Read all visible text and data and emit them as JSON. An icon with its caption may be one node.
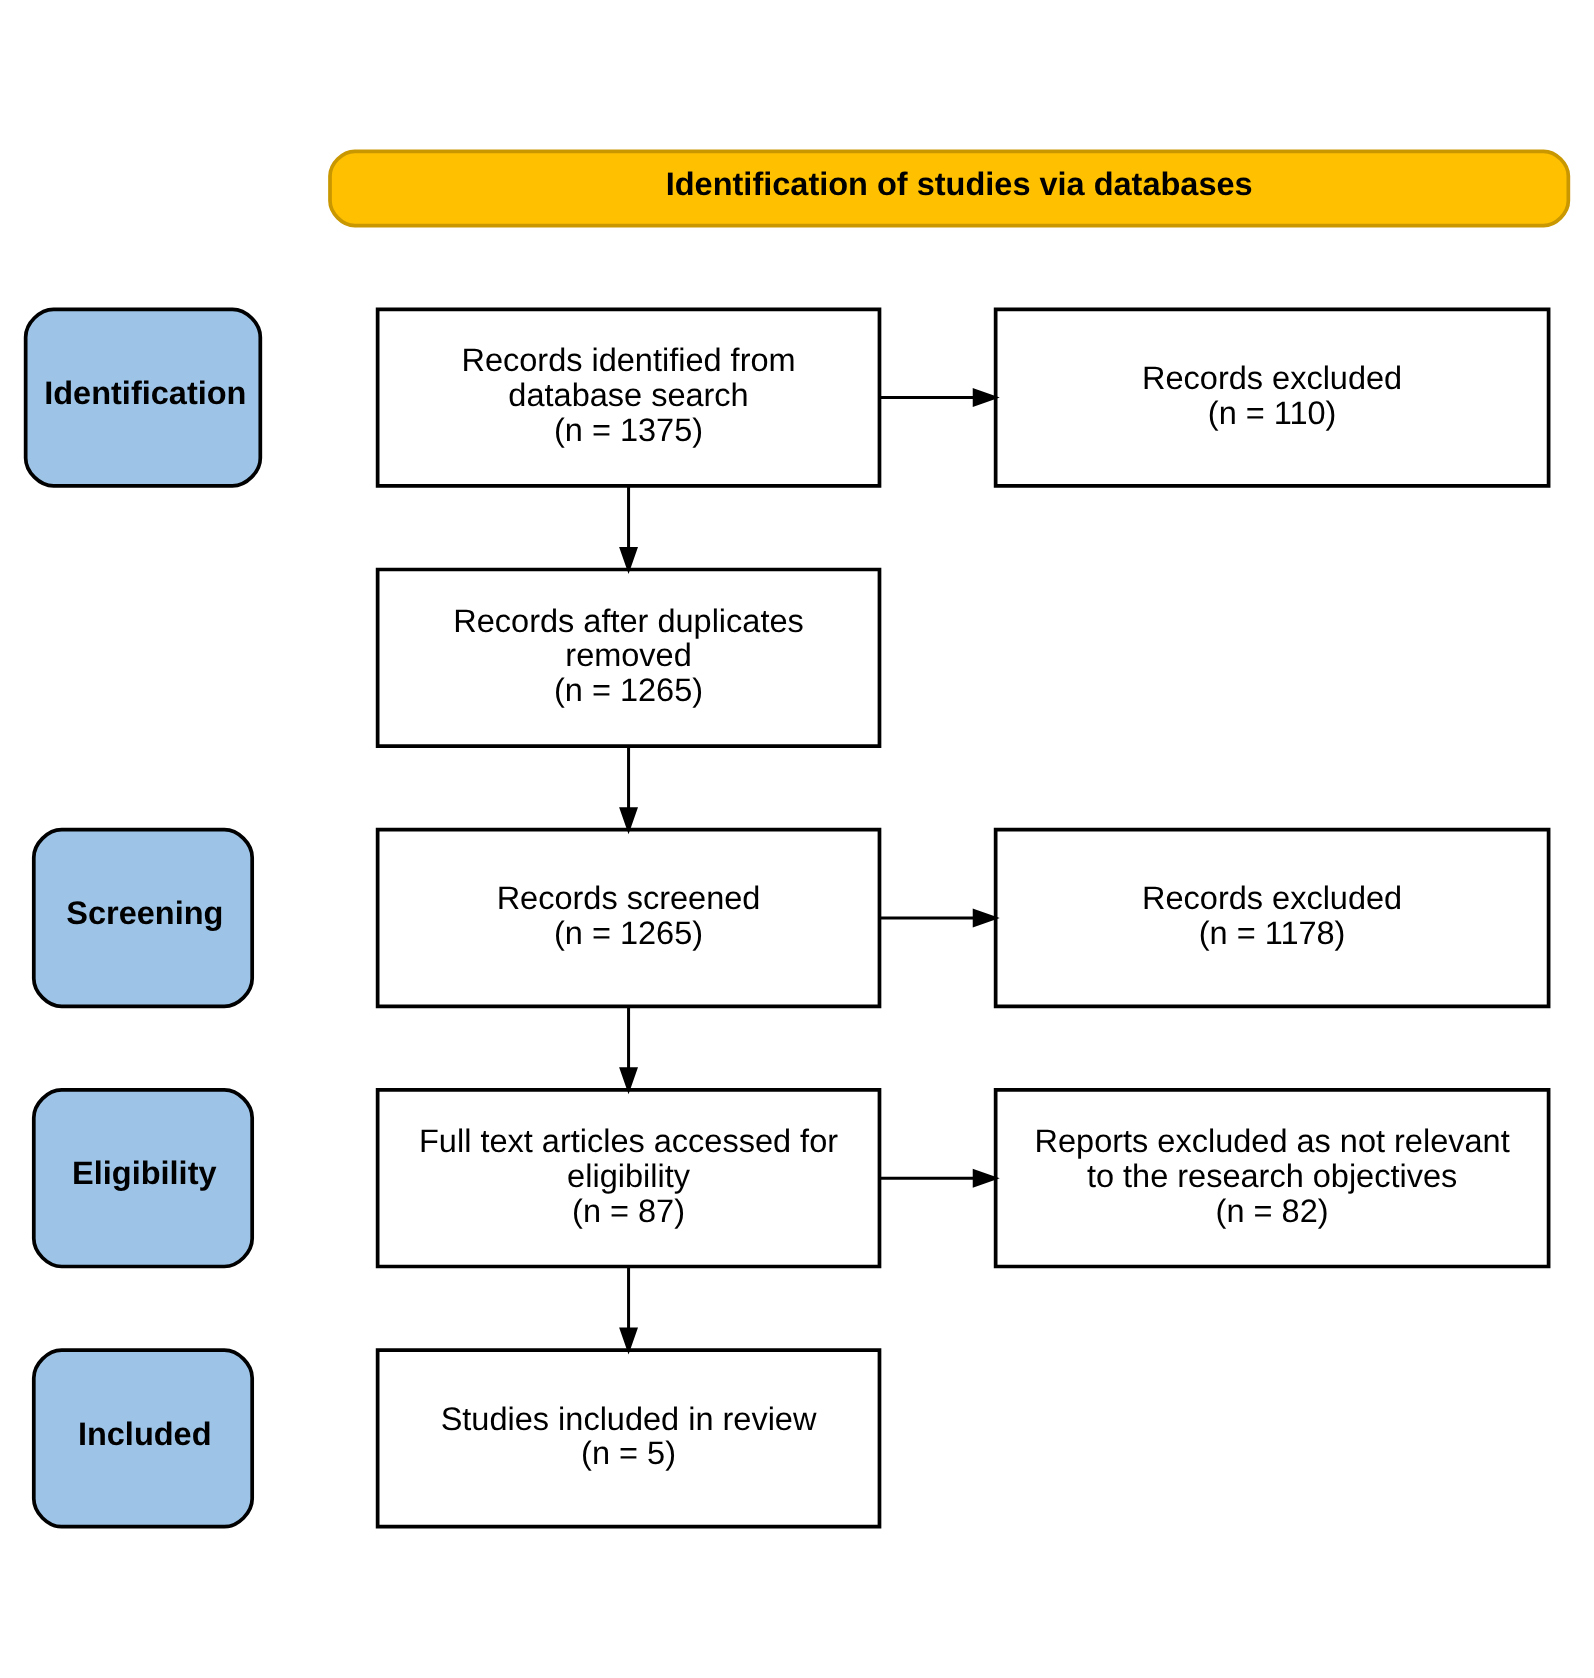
{
  "diagram": {
    "nodes": [
      {
        "text": [
          "Identification of studies via databases"
        ]
      },
      {
        "text": [
          "Identification"
        ]
      },
      {
        "text": [
          "Records identified from database search",
          "(n = 1375)"
        ]
      },
      {
        "text": [
          "Records excluded",
          "(n = 110)"
        ]
      },
      {
        "text": [
          "Records after duplicates removed",
          "(n = 1265)"
        ]
      },
      {
        "text": [
          "Screening"
        ]
      },
      {
        "text": [
          "Records screened",
          "(n = 1265)"
        ]
      },
      {
        "text": [
          "Records excluded",
          "(n = 1178)"
        ]
      },
      {
        "text": [
          "Eligibility"
        ]
      },
      {
        "text": [
          "Full text articles accessed for eligibility",
          "(n = 87)"
        ]
      },
      {
        "text": [
          "Reports excluded as not relevant to the research objectives",
          "(n = 82)"
        ]
      },
      {
        "text": [
          "Included"
        ]
      },
      {
        "text": [
          "Studies included in review",
          "(n = 5)"
        ]
      }
    ],
    "edges": [
      {
        "from": 2,
        "to": 3,
        "arrow": "to"
      },
      {
        "from": 2,
        "to": 4,
        "arrow": "to"
      },
      {
        "from": 4,
        "to": 6,
        "arrow": "to"
      },
      {
        "from": 6,
        "to": 7,
        "arrow": "to"
      },
      {
        "from": 6,
        "to": 9,
        "arrow": "to"
      },
      {
        "from": 9,
        "to": 10,
        "arrow": "to"
      },
      {
        "from": 9,
        "to": 12,
        "arrow": "to"
      }
    ]
  }
}
